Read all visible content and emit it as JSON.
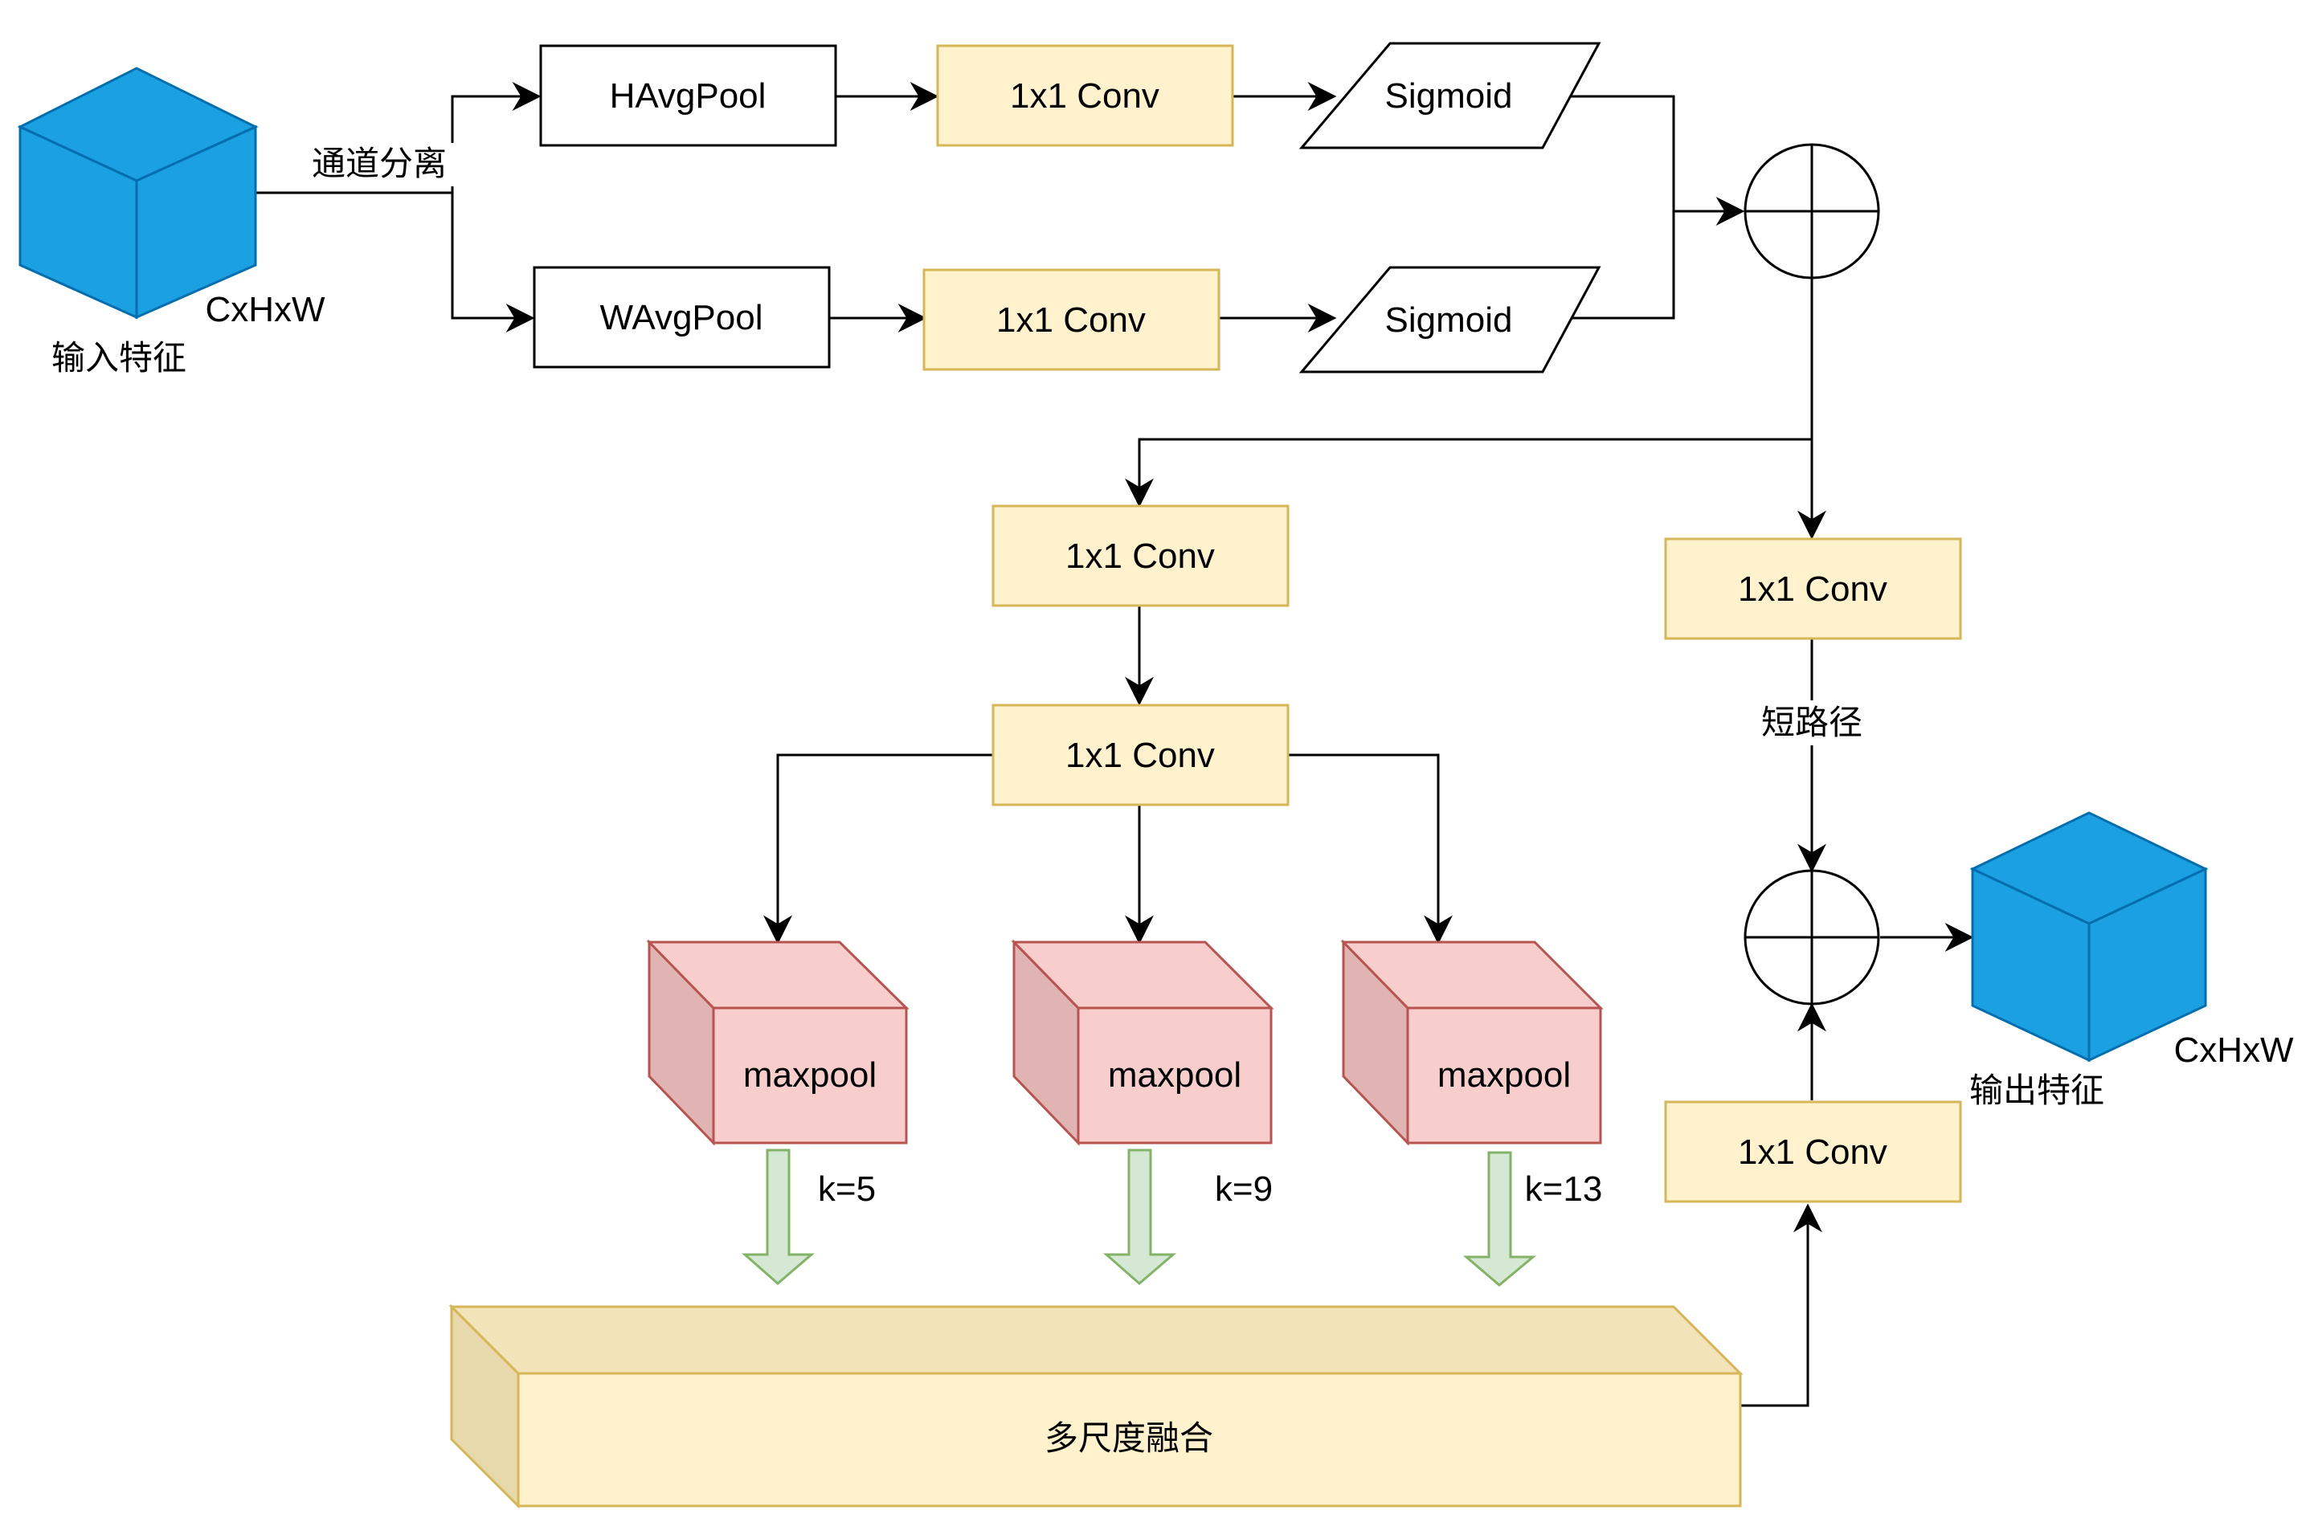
{
  "input": {
    "label": "输入特征",
    "dims": "CxHxW"
  },
  "output": {
    "label": "输出特征",
    "dims": "CxHxW"
  },
  "edges": {
    "split": "通道分离",
    "shortcut": "短路径"
  },
  "branch_h": {
    "pool": "HAvgPool",
    "conv": "1x1 Conv",
    "act": "Sigmoid"
  },
  "branch_w": {
    "pool": "WAvgPool",
    "conv": "1x1 Conv",
    "act": "Sigmoid"
  },
  "main": {
    "conv_a": "1x1 Conv",
    "conv_b": "1x1 Conv"
  },
  "shortcut_conv": "1x1 Conv",
  "fusion_conv": "1x1 Conv",
  "maxpools": [
    {
      "label": "maxpool",
      "k": "k=5"
    },
    {
      "label": "maxpool",
      "k": "k=9"
    },
    {
      "label": "maxpool",
      "k": "k=13"
    }
  ],
  "fusion": "多尺度融合",
  "colors": {
    "cube": "#1ba1e2",
    "conv_fill": "#fff2cc",
    "conv_stroke": "#d6b656",
    "maxpool_fill": "#f8cecc",
    "maxpool_stroke": "#b85450",
    "down_arrow_fill": "#d5e8d4",
    "down_arrow_stroke": "#82b366"
  }
}
